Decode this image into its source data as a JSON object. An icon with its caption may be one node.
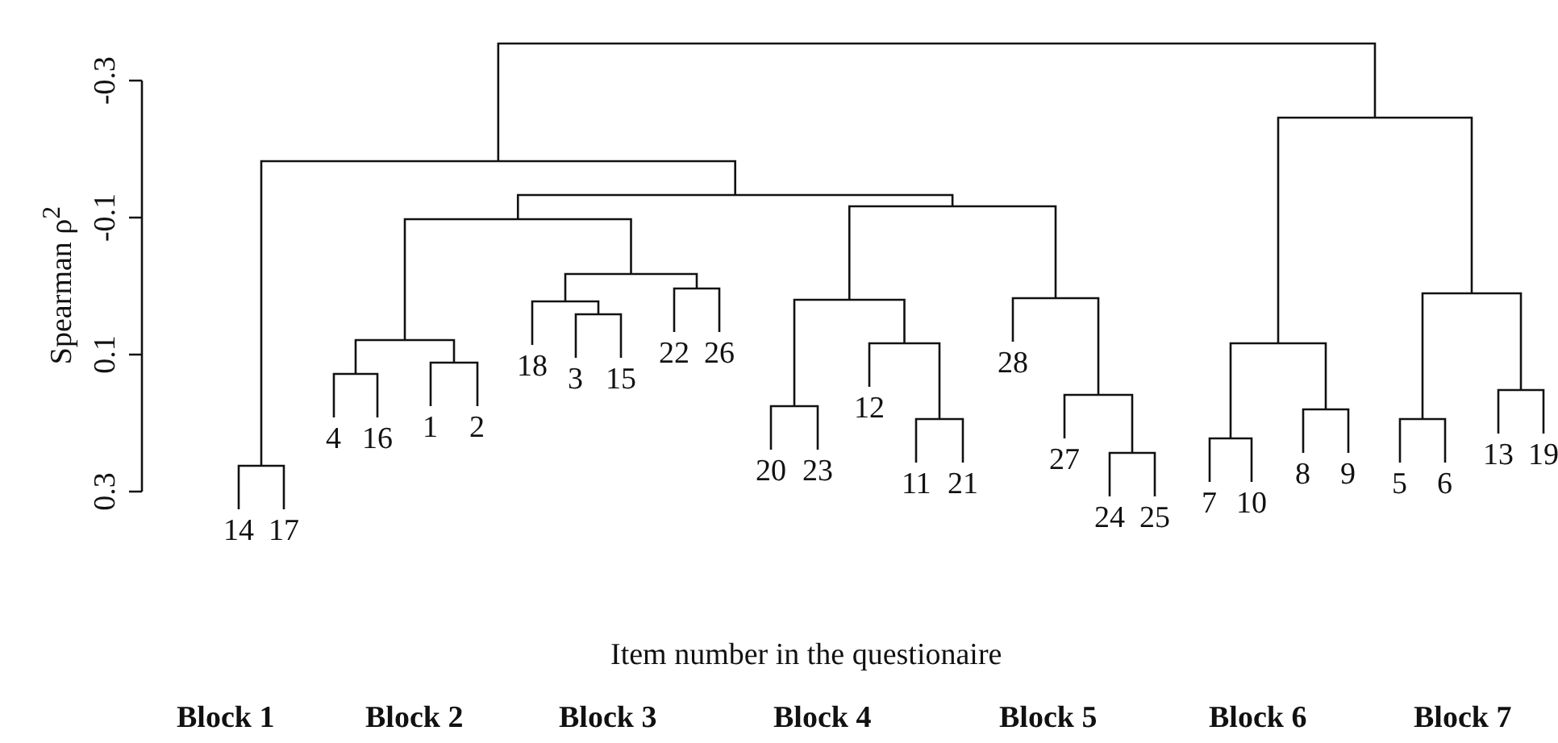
{
  "diagram": {
    "labels": [
      "-0.3",
      "-0.1",
      "0.1",
      "0.3",
      "Spearman  ρ$^{2}$",
      "14",
      "17",
      "4",
      "16",
      "1",
      "2",
      "18",
      "3",
      "15",
      "22",
      "26",
      "20",
      "23",
      "12",
      "11",
      "21",
      "28",
      "27",
      "24",
      "25",
      "7",
      "10",
      "8",
      "9",
      "5",
      "6",
      "13",
      "19",
      "Item number in the questionaire",
      "Block 1",
      "Block 2",
      "Block 3",
      "Block 4",
      "Block 5",
      "Block 6",
      "Block 7"
    ]
  }
}
